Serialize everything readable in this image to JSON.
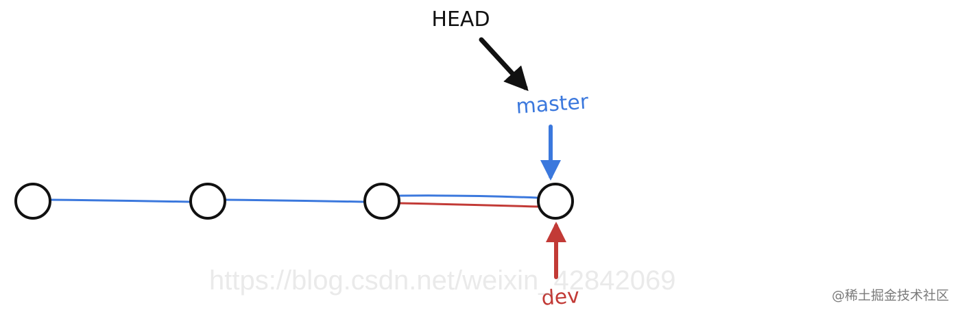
{
  "diagram": {
    "commits": [
      {
        "id": "c1"
      },
      {
        "id": "c2"
      },
      {
        "id": "c3"
      },
      {
        "id": "c4"
      }
    ],
    "labels": {
      "head": "HEAD",
      "master": "master",
      "dev": "dev"
    },
    "colors": {
      "head": "#111111",
      "master": "#3b78dd",
      "dev": "#c23a36",
      "node_stroke": "#111111"
    }
  },
  "watermark": "https://blog.csdn.net/weixin_42842069",
  "credit": "@稀土掘金技术社区"
}
